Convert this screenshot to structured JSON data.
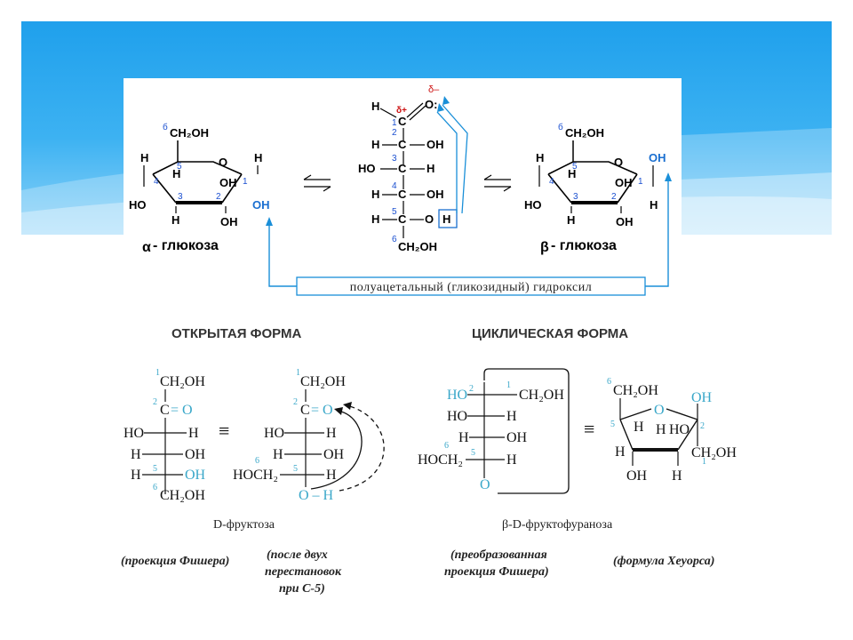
{
  "top": {
    "alpha_symbol": "α",
    "alpha_name": "- глюкоза",
    "beta_symbol": "β",
    "beta_name": "- глюкоза",
    "hemiacetal_label": "полуацетальный (гликозидный) гидроксил",
    "delta_plus": "δ+",
    "delta_minus": "δ–",
    "ch2oh": "CH₂OH",
    "ch2oh_6": "б",
    "o": "O",
    "h": "H",
    "oh": "OH",
    "ho": "HO",
    "c": "C",
    "o_colon": "O:",
    "ring_nums": [
      "1",
      "2",
      "3",
      "4",
      "5"
    ],
    "chain_nums": [
      "1",
      "2",
      "3",
      "4",
      "5",
      "6"
    ]
  },
  "bottom": {
    "open_heading": "ОТКРЫТАЯ ФОРМА",
    "cyclic_heading": "ЦИКЛИЧЕСКАЯ ФОРМА",
    "fructose_name": "D-фруктоза",
    "fructofuranose_name": "β-D-фруктофураноза",
    "caption_fischer": "(проекция Фишера)",
    "caption_after_1": "(после двух",
    "caption_after_2": "перестановок",
    "caption_after_3": "при С-5)",
    "caption_modified_1": "(преобразованная",
    "caption_modified_2": "проекция Фишера)",
    "caption_haworth": "(формула Хеуорса)",
    "equiv": "≡",
    "ch2oh": "CH₂OH",
    "hoch2": "HOCH₂",
    "c_eq_o": "C═O",
    "o_h": "O – H"
  }
}
